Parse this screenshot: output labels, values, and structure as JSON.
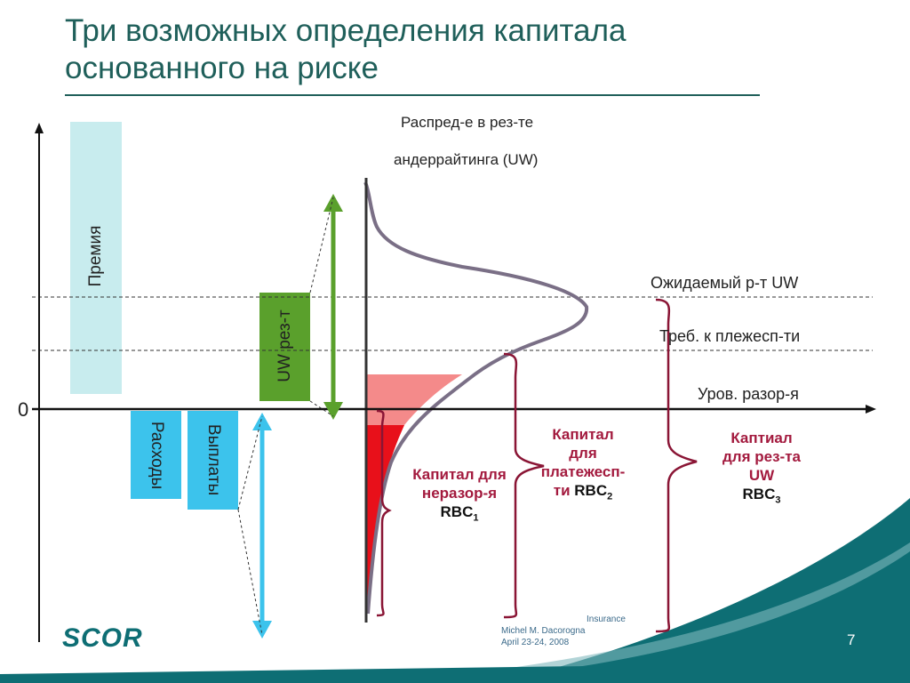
{
  "title": {
    "line1": "Три возможных определения капитала",
    "line2": "основанного на риске"
  },
  "diagram": {
    "zero_label": "0",
    "dist_label_line1": "Распред-е в рез-те",
    "dist_label_line2": "андеррайтинга (UW)",
    "premium": "Премия",
    "uw_result": "UW рез-т",
    "expenses": "Расходы",
    "payouts": "Выплаты",
    "expected_uw": "Ожидаемый р-т UW",
    "solvency_req": "Треб. к плежесп-ти",
    "ruin_level": "Уров. разор-я",
    "rbc1": {
      "line1": "Капитал для",
      "line2": "неразор-я",
      "rbc": "RBC",
      "sub": "1"
    },
    "rbc2": {
      "line1": "Капитал",
      "line2": "для",
      "line3": "платежесп-",
      "line4": "ти",
      "rbc": "RBC",
      "sub": "2"
    },
    "rbc3": {
      "line1": "Каптиал",
      "line2": "для рез-та",
      "line3": "UW",
      "rbc": "RBC",
      "sub": "3"
    }
  },
  "footer": {
    "line1": "Insurance",
    "line2": "Michel M. Dacorogna",
    "line3": "April 23-24, 2008"
  },
  "logo": "SCOR",
  "page_number": "7",
  "colors": {
    "title": "#1f5f5a",
    "premium_box": "#c8ecee",
    "blue_box": "#3cc3ec",
    "uw_box": "#5aa02c",
    "bracket": "#8a1535",
    "red_dark": "#e8101a",
    "red_light": "#f48a8a",
    "teal": "#0e6e74"
  }
}
